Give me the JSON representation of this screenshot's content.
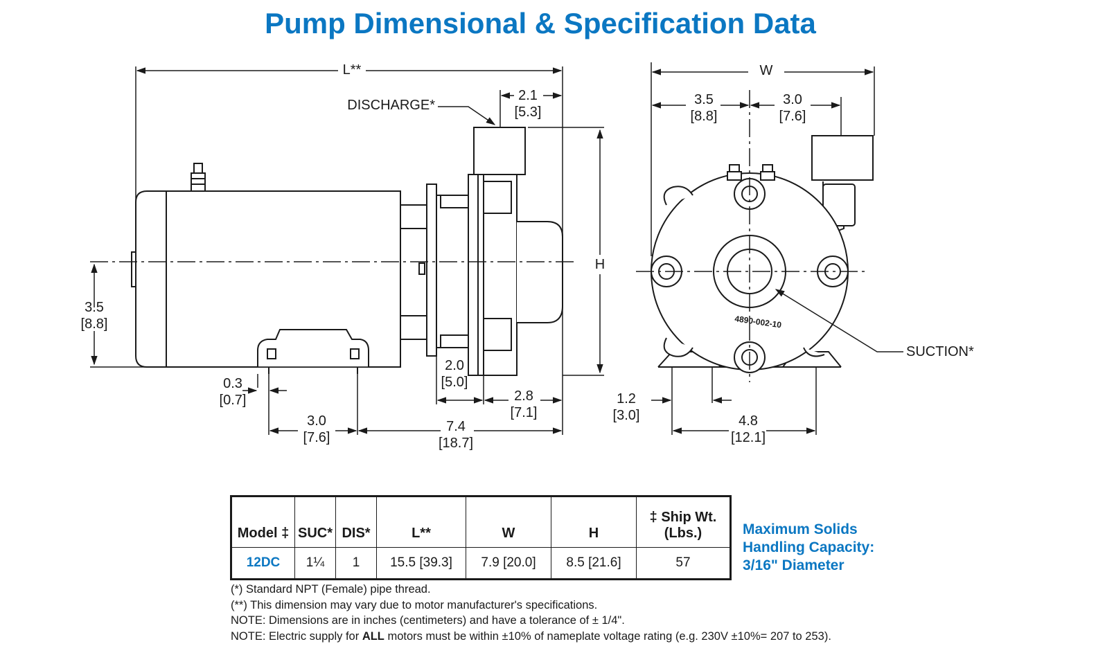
{
  "title": "Pump Dimensional & Specification Data",
  "drawing": {
    "labels": {
      "length": "L**",
      "width": "W",
      "height": "H",
      "discharge": "DISCHARGE*",
      "suction": "SUCTION*",
      "casting_mark": "4890-002-10"
    },
    "side_view": {
      "shaft_height": "3.5",
      "shaft_height_cm": "[8.8]",
      "discharge_offset": "2.1",
      "discharge_offset_cm": "[5.3]",
      "foot_offset": "0.3",
      "foot_offset_cm": "[0.7]",
      "foot_spacing": "3.0",
      "foot_spacing_cm": "[7.6]",
      "adapter_width": "2.0",
      "adapter_width_cm": "[5.0]",
      "volute_width": "2.8",
      "volute_width_cm": "[7.1]",
      "foot_to_end": "7.4",
      "foot_to_end_cm": "[18.7]"
    },
    "end_view": {
      "left_half": "3.5",
      "left_half_cm": "[8.8]",
      "right_half": "3.0",
      "right_half_cm": "[7.6]",
      "foot_offset": "1.2",
      "foot_offset_cm": "[3.0]",
      "foot_spacing": "4.8",
      "foot_spacing_cm": "[12.1]"
    }
  },
  "table": {
    "headers": {
      "model": "Model ‡",
      "suc": "SUC*",
      "dis": "DIS*",
      "l": "L**",
      "w": "W",
      "h": "H",
      "ship_wt_line1": "‡ Ship Wt.",
      "ship_wt_line2": "(Lbs.)"
    },
    "row": {
      "model": "12DC",
      "suc": "1¼",
      "dis": "1",
      "l": "15.5 [39.3]",
      "w": "7.9 [20.0]",
      "h": "8.5 [21.6]",
      "ship_wt": "57"
    }
  },
  "solids": {
    "line1": "Maximum Solids",
    "line2": "Handling Capacity:",
    "line3": "3/16\" Diameter"
  },
  "notes": {
    "n1": "(*) Standard NPT (Female) pipe thread.",
    "n2": "(**) This dimension may vary due to motor manufacturer's specifications.",
    "n3": "NOTE: Dimensions are in inches (centimeters) and have a tolerance of ± 1/4\".",
    "n4_pre": "NOTE: Electric supply for ",
    "n4_bold": "ALL",
    "n4_post": " motors must be within ±10% of nameplate voltage rating (e.g. 230V ±10%= 207 to 253)."
  },
  "colors": {
    "accent": "#0b77c2",
    "line": "#1a1a1a"
  }
}
